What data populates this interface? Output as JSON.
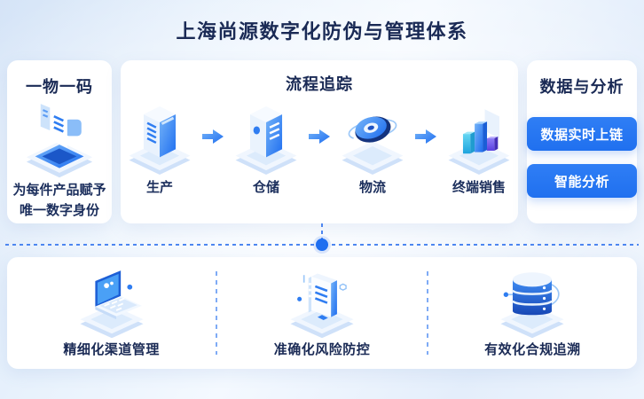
{
  "title": "上海尚源数字化防伪与管理体系",
  "panels": {
    "one_code": {
      "title": "一物一码",
      "icon": "document-stack-icon",
      "caption_line1": "为每件产品赋予",
      "caption_line2": "唯一数字身份"
    },
    "process": {
      "title": "流程追踪",
      "steps": [
        {
          "label": "生产",
          "icon": "server-tower-icon"
        },
        {
          "label": "仓储",
          "icon": "warehouse-building-icon"
        },
        {
          "label": "物流",
          "icon": "logistics-disc-icon"
        },
        {
          "label": "终端销售",
          "icon": "sales-bar-chart-icon"
        }
      ],
      "arrow_icon": "right-arrow-icon"
    },
    "data_analysis": {
      "title": "数据与分析",
      "buttons": [
        "数据实时上链",
        "智能分析"
      ]
    }
  },
  "bottom": {
    "items": [
      {
        "label": "精细化渠道管理",
        "icon": "laptop-icon"
      },
      {
        "label": "准确化风险防控",
        "icon": "risk-tower-icon"
      },
      {
        "label": "有效化合规追溯",
        "icon": "database-icon"
      }
    ]
  },
  "colors": {
    "accent_blue": "#2474f2",
    "title_navy": "#1a2a55",
    "dashed_line": "#4d86f0"
  }
}
